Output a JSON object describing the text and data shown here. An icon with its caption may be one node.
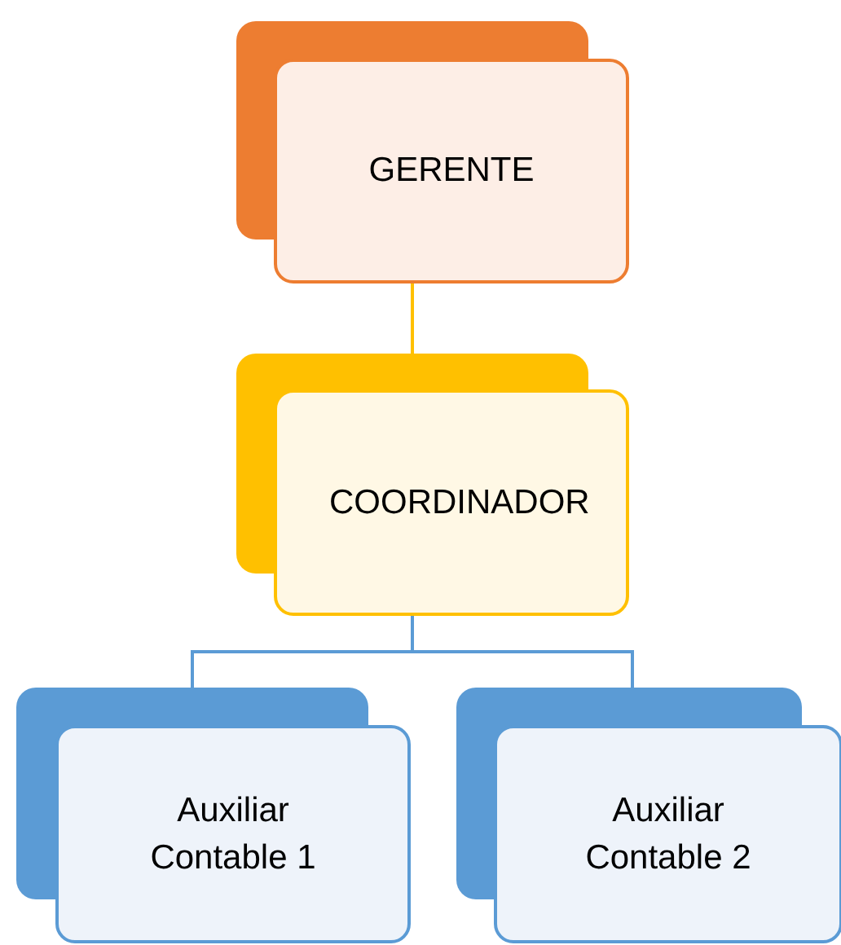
{
  "diagram": {
    "nodes": [
      {
        "text": [
          "GERENTE"
        ]
      },
      {
        "text": [
          "COORDINADOR"
        ]
      },
      {
        "text": [
          "Auxiliar Contable 1"
        ]
      },
      {
        "text": [
          "Auxiliar Contable 2"
        ]
      }
    ],
    "edges": [
      {
        "from": 0,
        "to": 1,
        "arrow": "none",
        "color": "#ffc000"
      },
      {
        "from": 1,
        "to": 2,
        "arrow": "none"
      },
      {
        "from": 1,
        "to": 3,
        "arrow": "none"
      }
    ]
  }
}
